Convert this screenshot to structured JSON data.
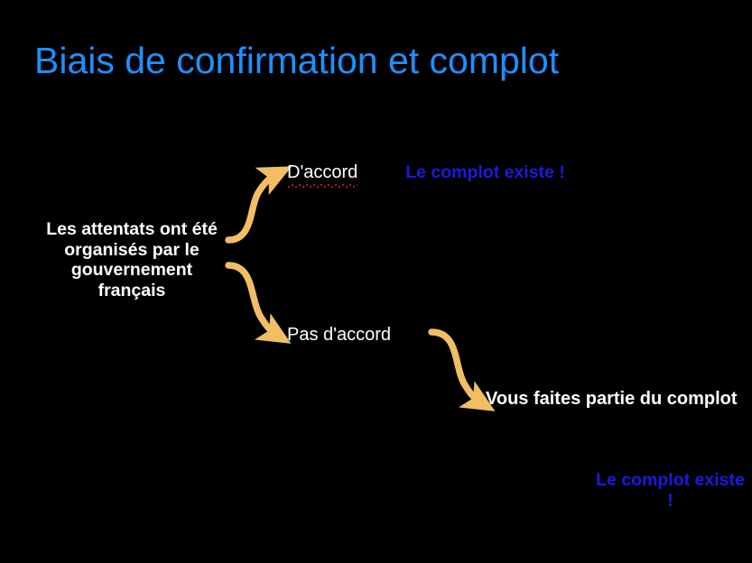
{
  "slide": {
    "title": "Biais de confirmation et complot",
    "background_color": "#000000",
    "title_color": "#1e90ff",
    "arrow_color": "#f2be64",
    "conclusion_color": "#1a1ae0",
    "text_color": "#ffffff",
    "spellcheck_underline_color": "#b01818"
  },
  "nodes": {
    "premise": "Les attentats ont été organisés par le gouvernement français",
    "agree_label": "D'accord",
    "disagree_label": "Pas d'accord",
    "conspirator": "Vous faites partie du complot",
    "conclusion_top": "Le complot existe !",
    "conclusion_bottom": "Le complot existe !"
  },
  "arrows": [
    {
      "name": "premise-to-agree",
      "from": "premise",
      "to": "agree_label"
    },
    {
      "name": "premise-to-disagree",
      "from": "premise",
      "to": "disagree_label"
    },
    {
      "name": "disagree-to-conspirator",
      "from": "disagree_label",
      "to": "conspirator"
    }
  ]
}
